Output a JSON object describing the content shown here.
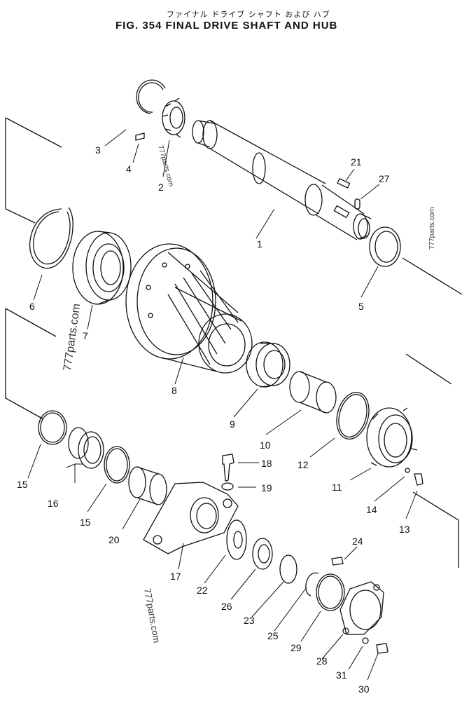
{
  "header": {
    "japanese_title": "ファイナル ドライブ シャフト および ハブ",
    "title": "FIG. 354  FINAL  DRIVE  SHAFT  AND  HUB"
  },
  "callouts": [
    "1",
    "2",
    "3",
    "4",
    "5",
    "6",
    "7",
    "8",
    "9",
    "10",
    "11",
    "12",
    "13",
    "14",
    "15",
    "16",
    "15",
    "17",
    "18",
    "19",
    "20",
    "21",
    "22",
    "23",
    "24",
    "25",
    "26",
    "27",
    "28",
    "29",
    "30",
    "31"
  ],
  "watermark": "777parts.com"
}
